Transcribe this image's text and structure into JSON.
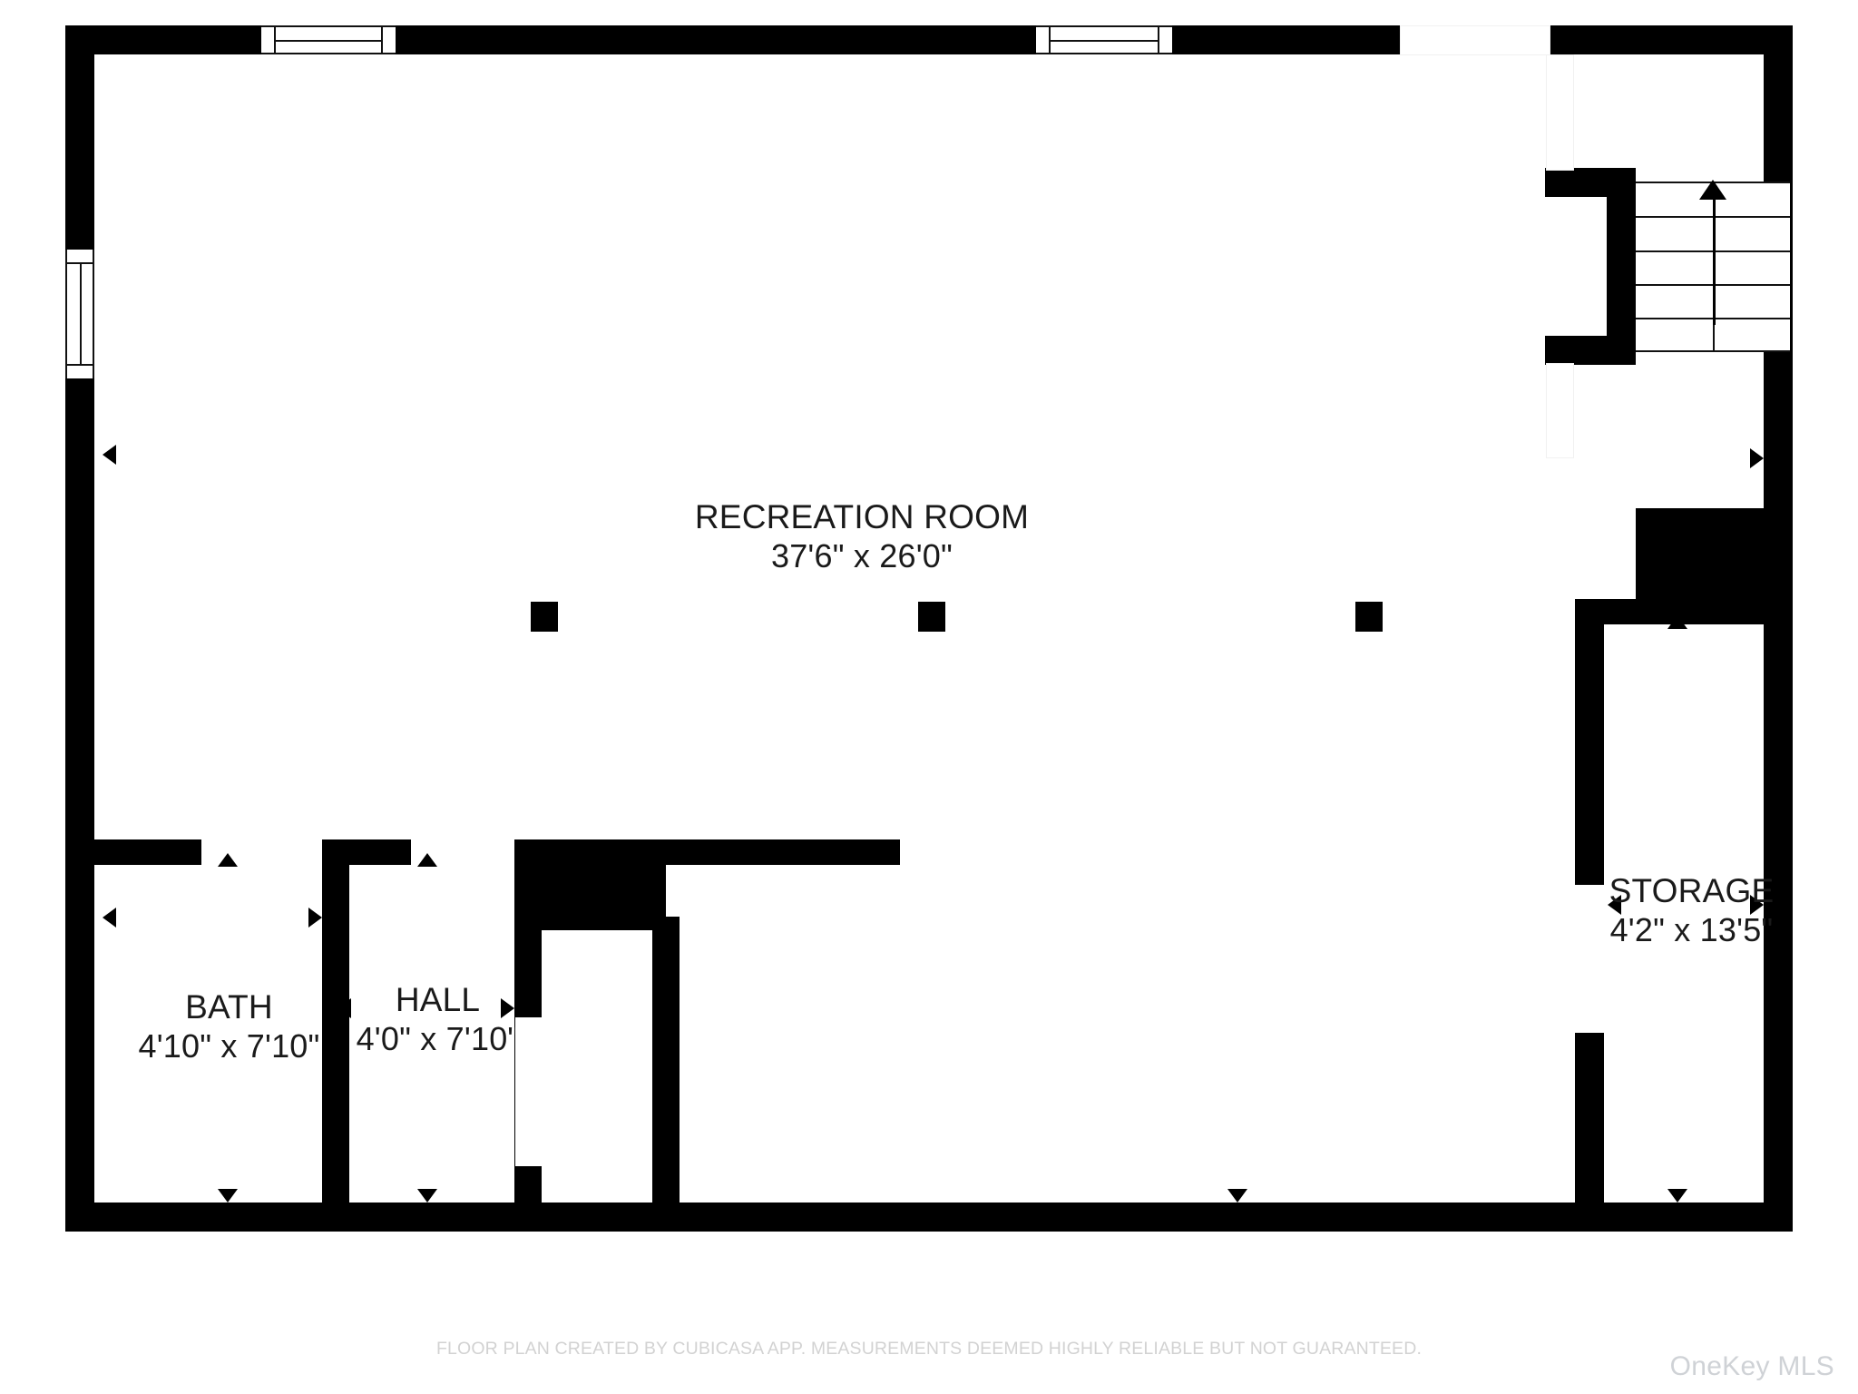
{
  "document": {
    "type": "floor-plan",
    "disclaimer": "FLOOR PLAN CREATED BY CUBICASA APP. MEASUREMENTS DEEMED HIGHLY RELIABLE BUT NOT GUARANTEED.",
    "watermark": "OneKey MLS",
    "colors": {
      "wall": "#000000",
      "background": "#ffffff",
      "label_text": "#1a1a1a",
      "disclaimer_text": "#d2d2d2",
      "watermark_text": "#cfd2d6"
    }
  },
  "rooms": [
    {
      "id": "recreation-room",
      "name": "RECREATION ROOM",
      "dimensions": "37'6\" x 26'0\""
    },
    {
      "id": "bath",
      "name": "BATH",
      "dimensions": "4'10\" x 7'10\""
    },
    {
      "id": "hall",
      "name": "HALL",
      "dimensions": "4'0\" x 7'10\""
    },
    {
      "id": "storage",
      "name": "STORAGE",
      "dimensions": "4'2\" x 13'5\""
    }
  ],
  "features": {
    "stairs": {
      "name": "staircase",
      "direction": "up",
      "tread_count": 5
    },
    "columns": 3,
    "windows": 3,
    "door_openings": 4
  }
}
